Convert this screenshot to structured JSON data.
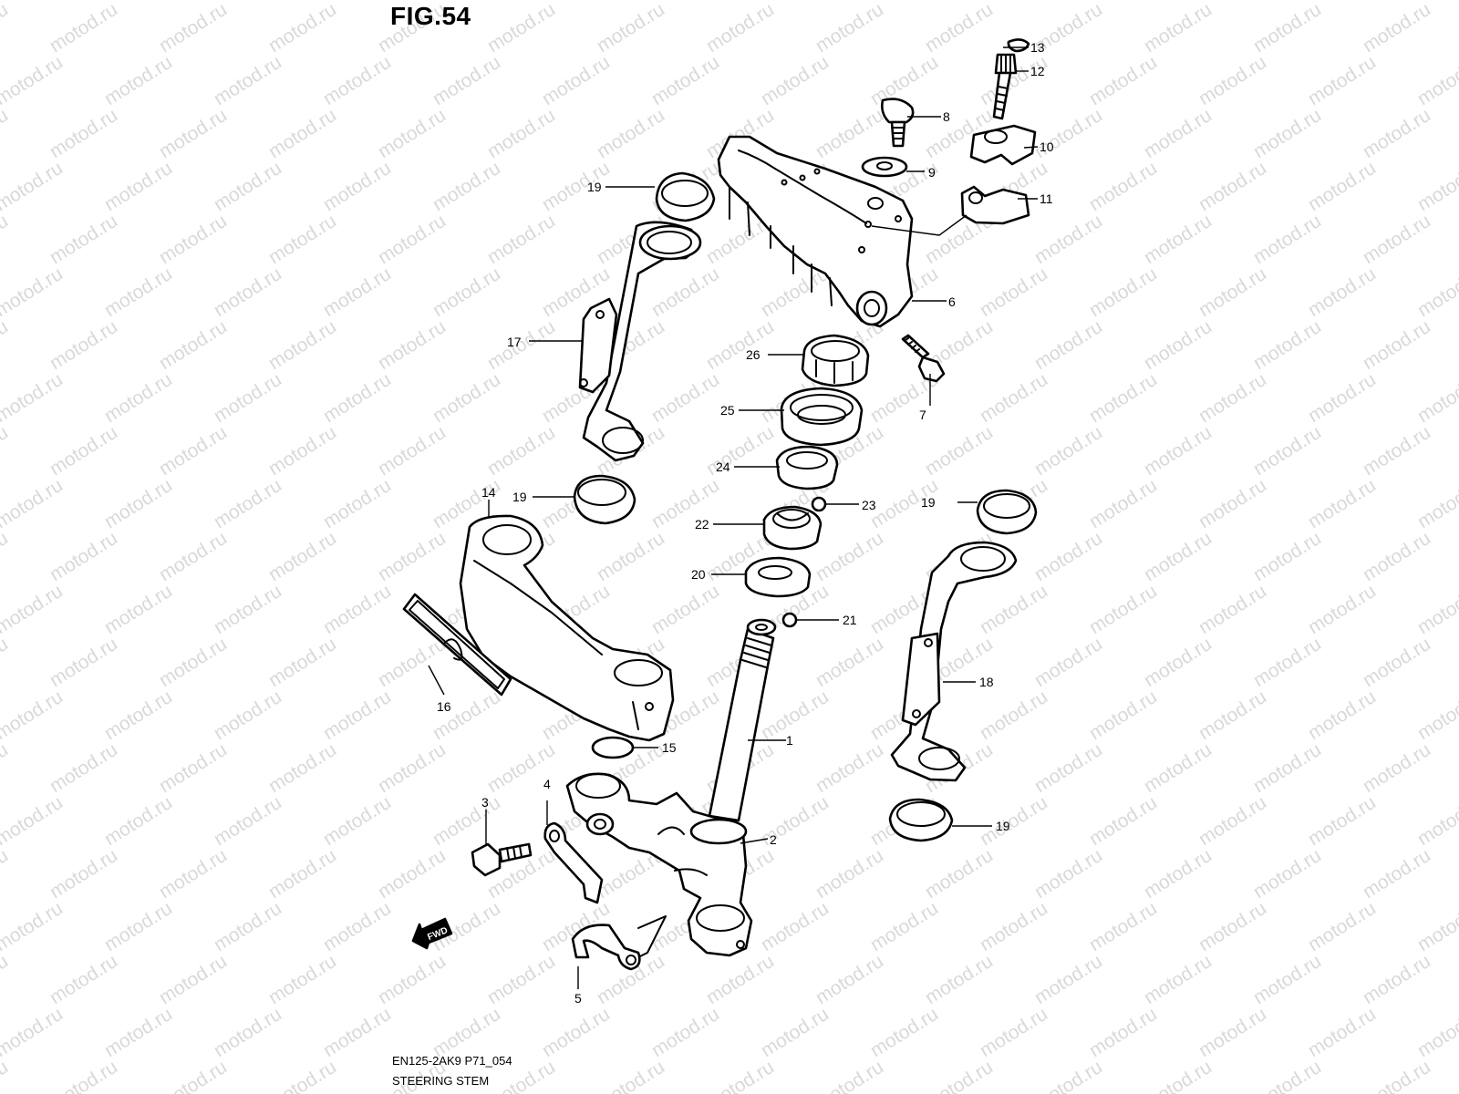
{
  "figure": {
    "title": "FIG.54",
    "model_code": "EN125-2AK9 P71_054",
    "name": "STEERING STEM",
    "watermark": "motod.ru",
    "fwd_label": "FWD"
  },
  "callouts": [
    {
      "id": "c1",
      "label": "1"
    },
    {
      "id": "c2",
      "label": "2"
    },
    {
      "id": "c3",
      "label": "3"
    },
    {
      "id": "c4",
      "label": "4"
    },
    {
      "id": "c5",
      "label": "5"
    },
    {
      "id": "c6",
      "label": "6"
    },
    {
      "id": "c7",
      "label": "7"
    },
    {
      "id": "c8",
      "label": "8"
    },
    {
      "id": "c9",
      "label": "9"
    },
    {
      "id": "c10",
      "label": "10"
    },
    {
      "id": "c11",
      "label": "11"
    },
    {
      "id": "c12",
      "label": "12"
    },
    {
      "id": "c13",
      "label": "13"
    },
    {
      "id": "c14",
      "label": "14"
    },
    {
      "id": "c15",
      "label": "15"
    },
    {
      "id": "c16",
      "label": "16"
    },
    {
      "id": "c17",
      "label": "17"
    },
    {
      "id": "c18",
      "label": "18"
    },
    {
      "id": "c19a",
      "label": "19"
    },
    {
      "id": "c19b",
      "label": "19"
    },
    {
      "id": "c19c",
      "label": "19"
    },
    {
      "id": "c19d",
      "label": "19"
    },
    {
      "id": "c20",
      "label": "20"
    },
    {
      "id": "c21",
      "label": "21"
    },
    {
      "id": "c22",
      "label": "22"
    },
    {
      "id": "c23",
      "label": "23"
    },
    {
      "id": "c24",
      "label": "24"
    },
    {
      "id": "c25",
      "label": "25"
    },
    {
      "id": "c26",
      "label": "26"
    }
  ]
}
